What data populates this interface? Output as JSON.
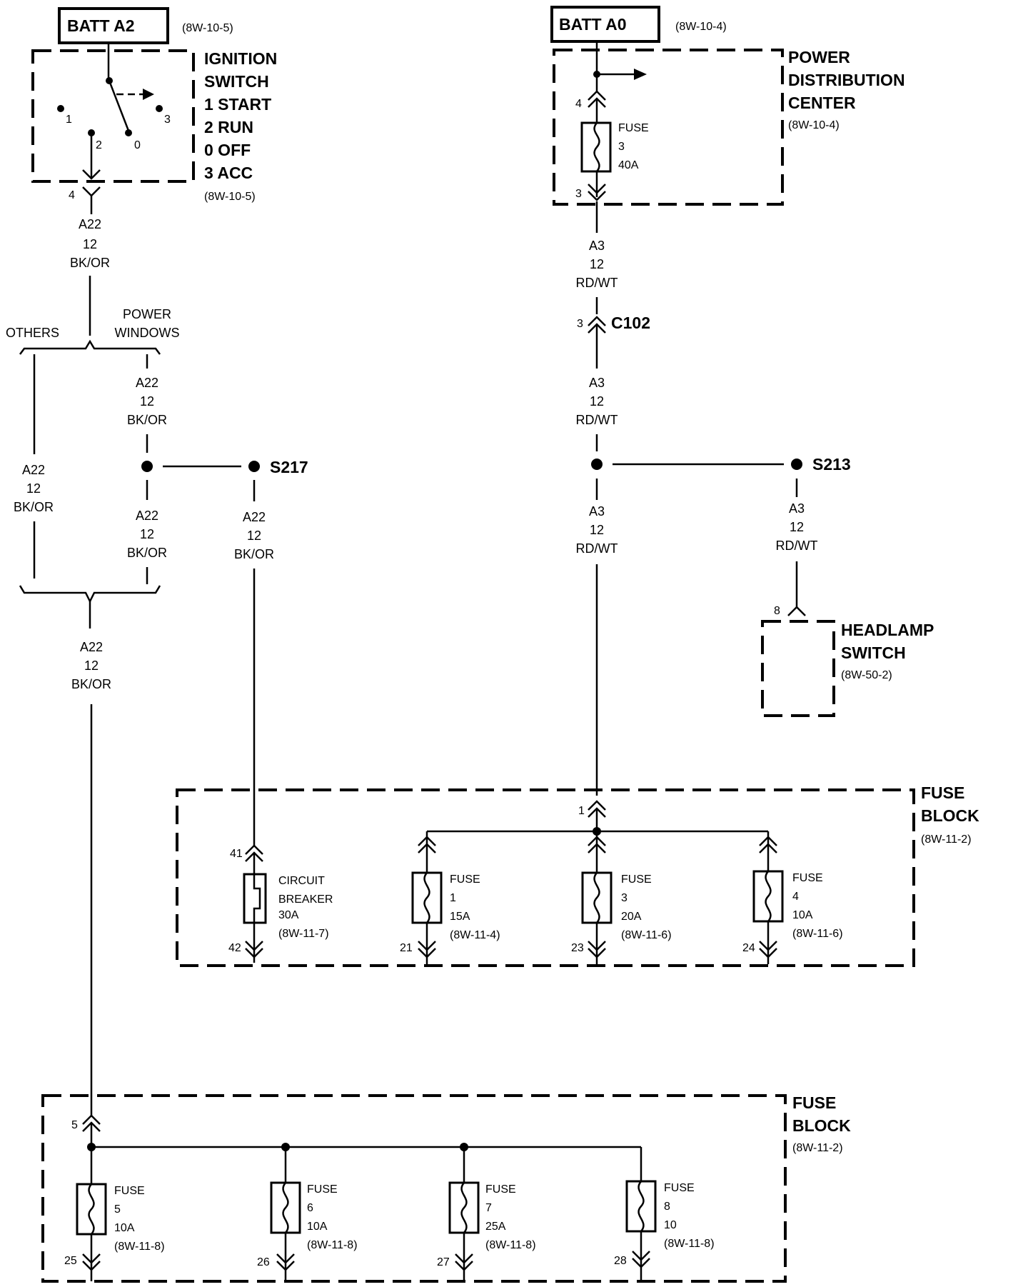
{
  "batt_a2": {
    "label": "BATT A2",
    "ref": "(8W-10-5)"
  },
  "batt_a0": {
    "label": "BATT A0",
    "ref": "(8W-10-4)"
  },
  "ignition": {
    "title1": "IGNITION",
    "title2": "SWITCH",
    "pos1": "1 START",
    "pos2": "2 RUN",
    "pos0": "0 OFF",
    "pos3": "3 ACC",
    "ref": "(8W-10-5)",
    "pin": "4",
    "c1": "1",
    "c2": "2",
    "c0": "0",
    "c3": "3"
  },
  "pdc": {
    "title1": "POWER",
    "title2": "DISTRIBUTION",
    "title3": "CENTER",
    "ref": "(8W-10-4)",
    "fuse_label": "FUSE",
    "fuse_num": "3",
    "fuse_amp": "40A",
    "pin_in": "4",
    "pin_out": "3"
  },
  "wire_a22": {
    "circuit": "A22",
    "gauge": "12",
    "color": "BK/OR"
  },
  "wire_a3": {
    "circuit": "A3",
    "gauge": "12",
    "color": "RD/WT"
  },
  "branch": {
    "others": "OTHERS",
    "power": "POWER",
    "windows": "WINDOWS"
  },
  "c102": {
    "label": "C102",
    "pin": "3"
  },
  "s217": {
    "label": "S217"
  },
  "s213": {
    "label": "S213"
  },
  "headlamp": {
    "title1": "HEADLAMP",
    "title2": "SWITCH",
    "ref": "(8W-50-2)",
    "pin": "8"
  },
  "fuse_block_upper": {
    "title1": "FUSE",
    "title2": "BLOCK",
    "ref": "(8W-11-2)",
    "pin_in": "1",
    "breaker": {
      "l1": "CIRCUIT",
      "l2": "BREAKER",
      "amp": "30A",
      "ref": "(8W-11-7)",
      "pin_in": "41",
      "pin_out": "42"
    },
    "fuses": [
      {
        "label": "FUSE",
        "num": "1",
        "amp": "15A",
        "ref": "(8W-11-4)",
        "pin": "21"
      },
      {
        "label": "FUSE",
        "num": "3",
        "amp": "20A",
        "ref": "(8W-11-6)",
        "pin": "23"
      },
      {
        "label": "FUSE",
        "num": "4",
        "amp": "10A",
        "ref": "(8W-11-6)",
        "pin": "24"
      }
    ]
  },
  "fuse_block_lower": {
    "title1": "FUSE",
    "title2": "BLOCK",
    "ref": "(8W-11-2)",
    "pin_in": "5",
    "fuses": [
      {
        "label": "FUSE",
        "num": "5",
        "amp": "10A",
        "ref": "(8W-11-8)",
        "pin": "25"
      },
      {
        "label": "FUSE",
        "num": "6",
        "amp": "10A",
        "ref": "(8W-11-8)",
        "pin": "26"
      },
      {
        "label": "FUSE",
        "num": "7",
        "amp": "25A",
        "ref": "(8W-11-8)",
        "pin": "27"
      },
      {
        "label": "FUSE",
        "num": "8",
        "amp": "10",
        "ref": "(8W-11-8)",
        "pin": "28"
      }
    ]
  }
}
